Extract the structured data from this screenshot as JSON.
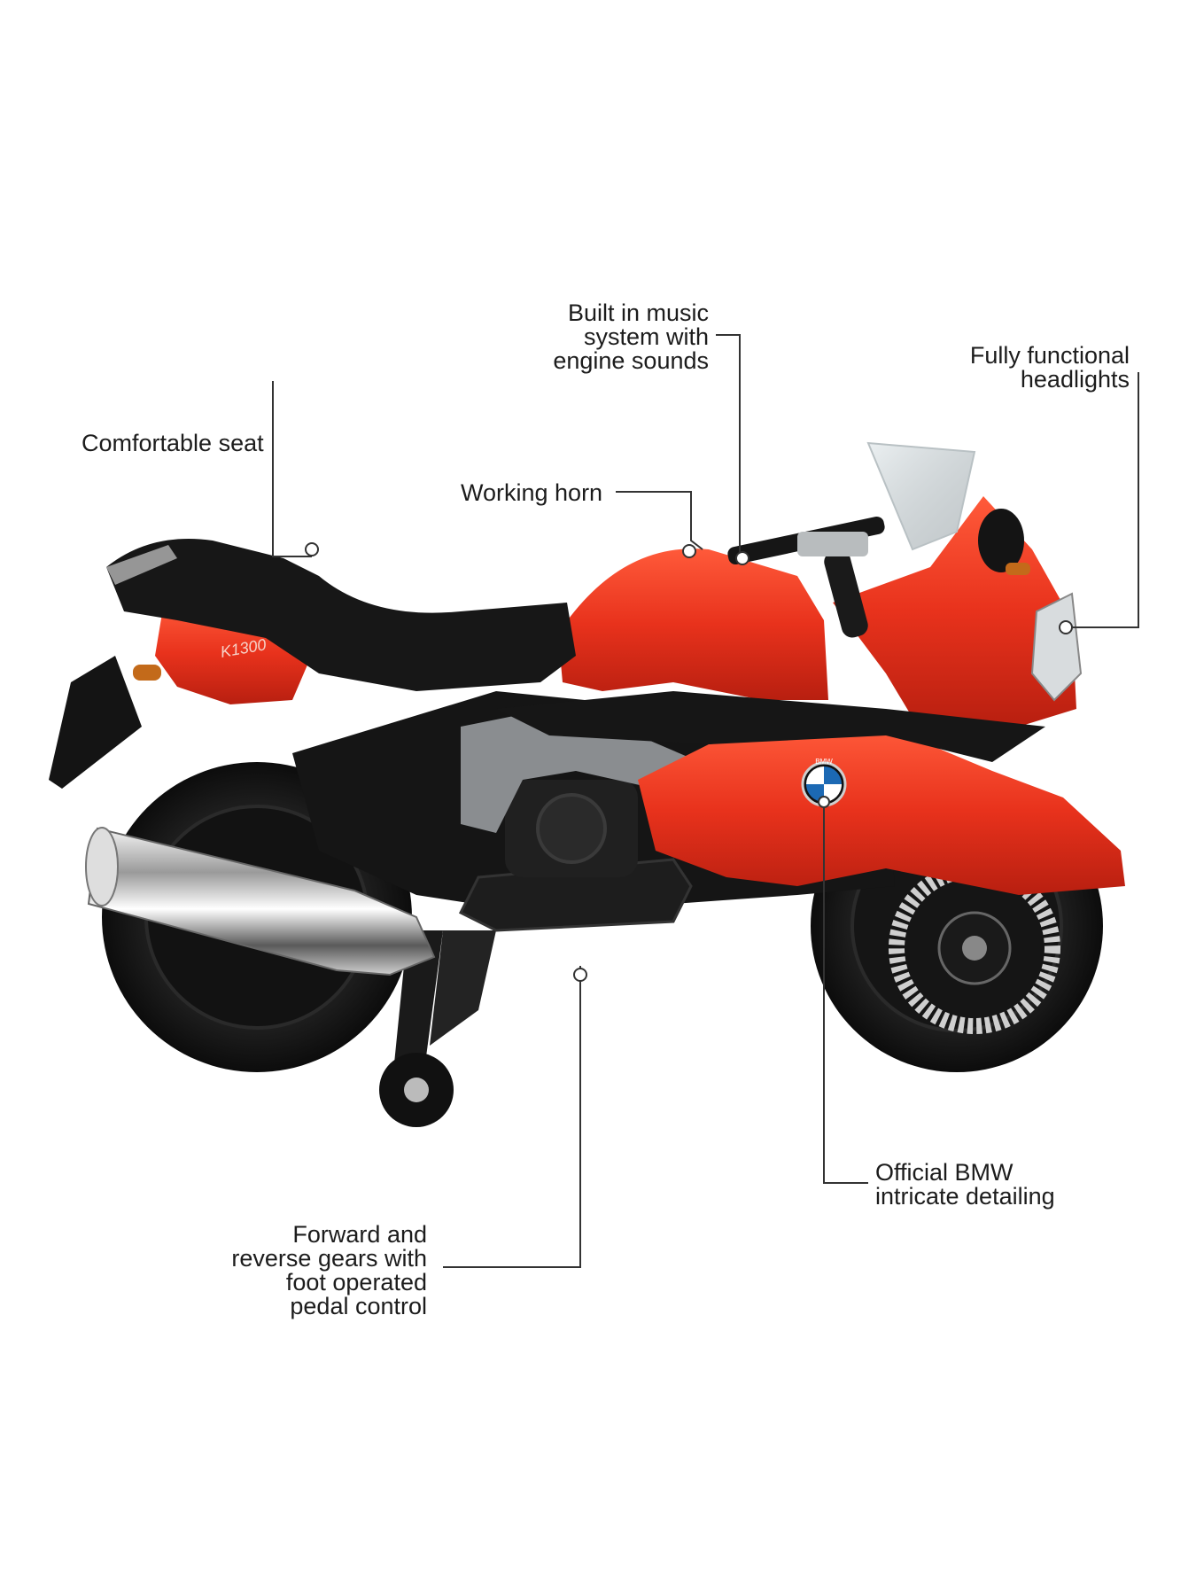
{
  "callouts": {
    "music": {
      "lines": [
        "Built in music",
        "system with",
        "engine sounds"
      ]
    },
    "headlights": {
      "lines": [
        "Fully functional",
        "headlights"
      ]
    },
    "seat": {
      "lines": [
        "Comfortable seat"
      ]
    },
    "horn": {
      "lines": [
        "Working horn"
      ]
    },
    "bmw": {
      "lines": [
        "Official BMW",
        "intricate detailing"
      ]
    },
    "gears": {
      "lines": [
        "Forward and",
        "reverse gears with",
        "foot operated",
        "pedal control"
      ]
    }
  },
  "product": {
    "badge": "BMW",
    "model_mark": "K1300"
  },
  "colors": {
    "body_red": "#e8321c",
    "body_red_dark": "#b81f10",
    "black": "#141414",
    "grey": "#8a8d90",
    "leader_line": "#333333",
    "background": "#ffffff"
  }
}
